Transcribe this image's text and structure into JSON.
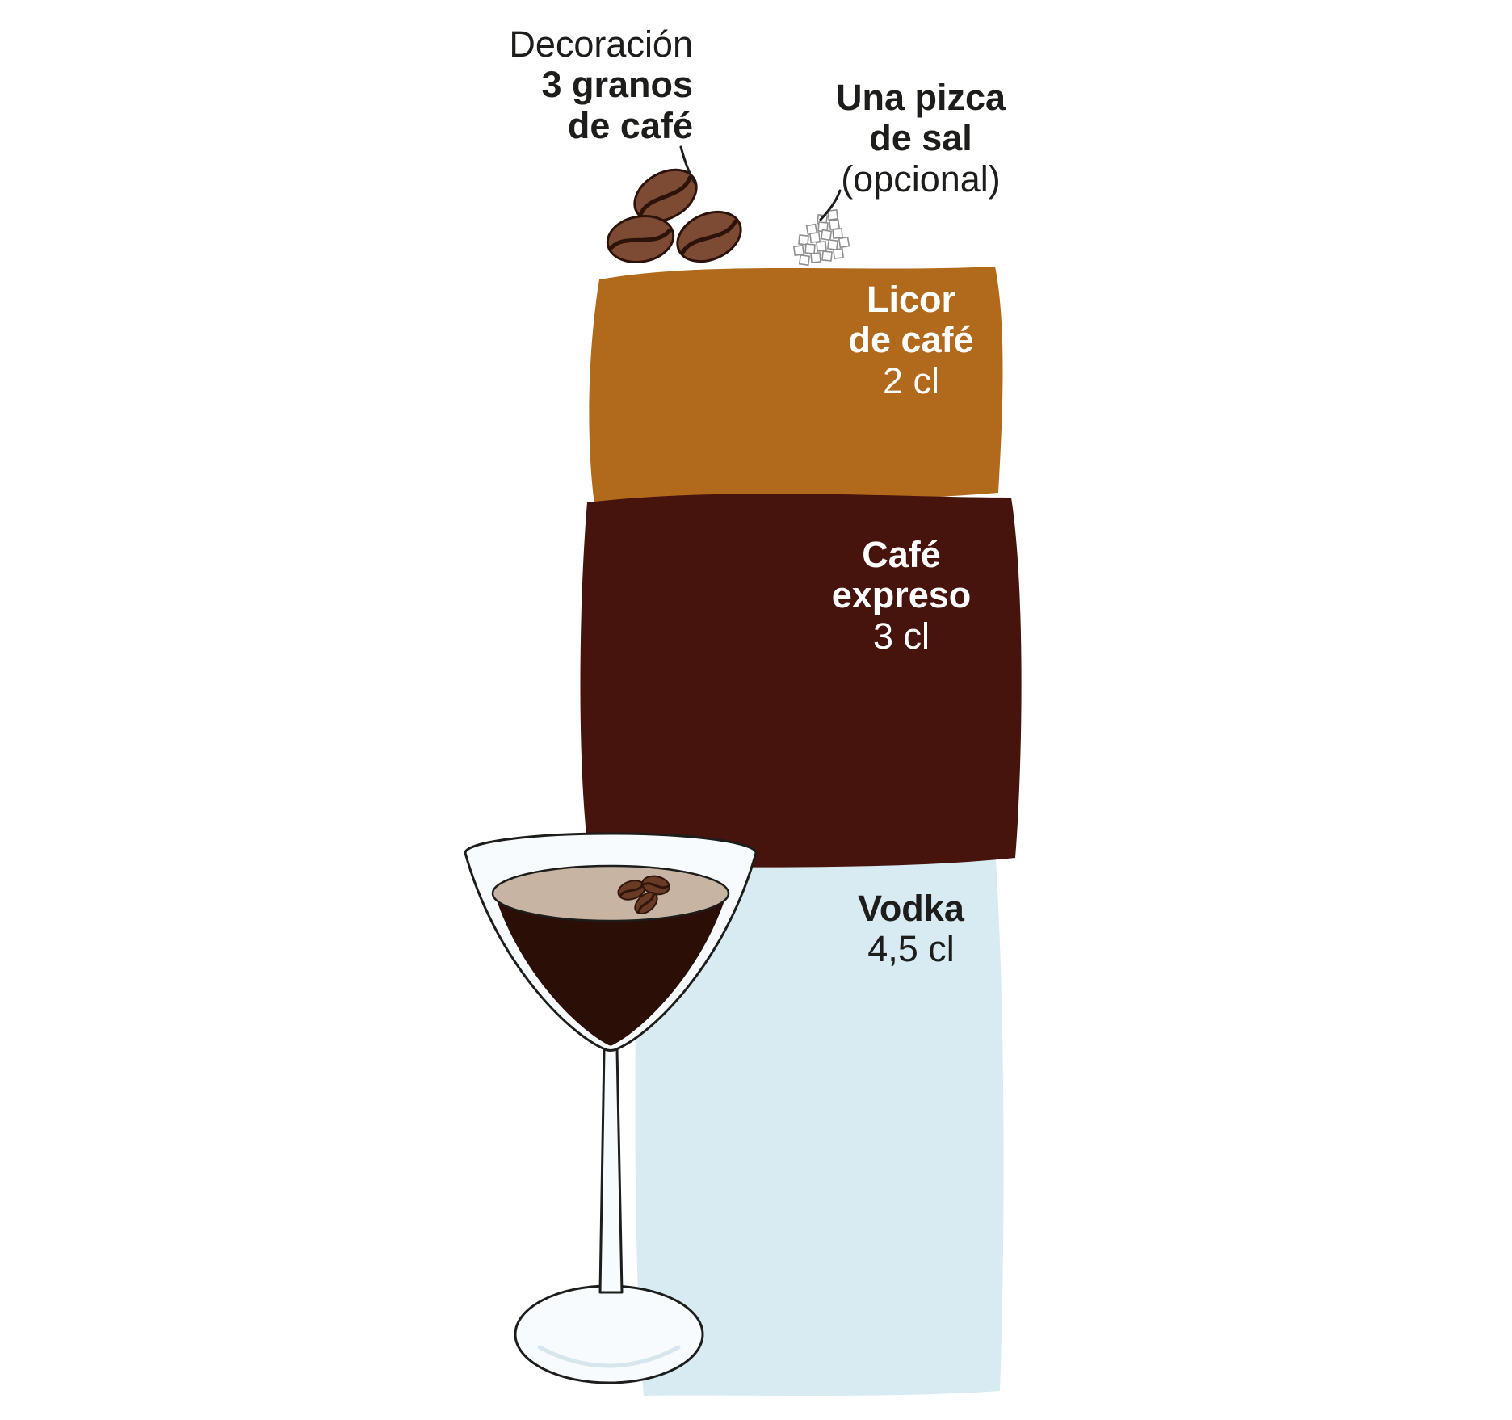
{
  "decoration_note": {
    "line1": "Decoración",
    "line2": "3 granos",
    "line3": "de café"
  },
  "salt_note": {
    "line1": "Una pizca",
    "line2": "de sal",
    "line3": "(opcional)"
  },
  "layers": [
    {
      "name_lines": [
        "Licor",
        "de café"
      ],
      "amount": "2 cl",
      "fill": "#b1691b",
      "text_color": "#ffffff"
    },
    {
      "name_lines": [
        "Café",
        "expreso"
      ],
      "amount": "3 cl",
      "fill": "#46130d",
      "text_color": "#ffffff"
    },
    {
      "name_lines": [
        "Vodka"
      ],
      "amount": "4,5 cl",
      "fill": "#d8eaf2",
      "text_color": "#1d1d1b"
    }
  ],
  "colors": {
    "coffee_bean": "#7d4b33",
    "bean_outline": "#2c1208",
    "garnish_bean": "#6a3b24",
    "foam": "#c7b4a2",
    "drink": "#2b0e06",
    "glass_fill": "#f7fbfd",
    "glass_outline": "#1d1d1b",
    "salt": "#ffffff",
    "text_dark": "#1d1d1b"
  }
}
